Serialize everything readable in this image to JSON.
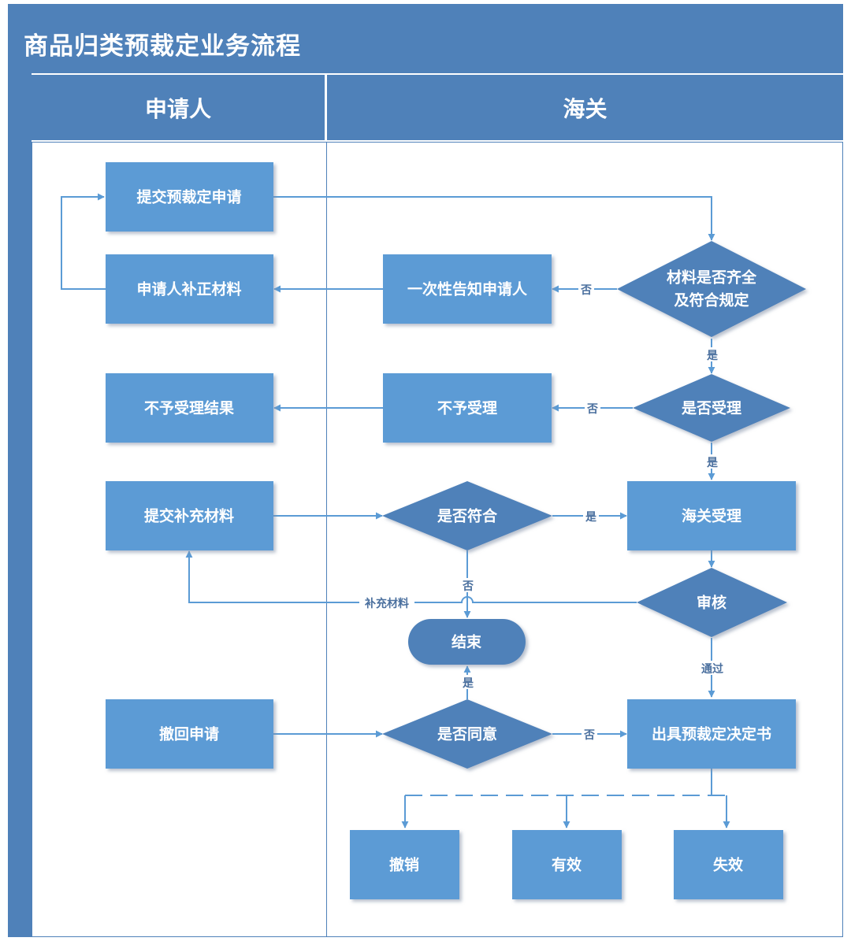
{
  "title": "商品归类预裁定业务流程",
  "lanes": {
    "applicant": "申请人",
    "customs": "海关"
  },
  "nodes": {
    "submit": "提交预裁定申请",
    "supplement": "申请人补正材料",
    "reject_result": "不予受理结果",
    "submit_extra": "提交补充材料",
    "withdraw": "撤回申请",
    "notify": "一次性告知申请人",
    "not_accept": "不予受理",
    "complete_q1": "材料是否齐全",
    "complete_q2": "及符合规定",
    "accept_q": "是否受理",
    "conform_q": "是否符合",
    "customs_accept": "海关受理",
    "review": "审核",
    "end": "结束",
    "agree_q": "是否同意",
    "issue": "出具预裁定决定书",
    "revoke": "撤销",
    "valid": "有效",
    "invalid": "失效"
  },
  "edge_labels": {
    "no1": "否",
    "yes1": "是",
    "no2": "否",
    "yes2": "是",
    "yes3": "是",
    "no3": "否",
    "supp": "补充材料",
    "pass": "通过",
    "yes4": "是",
    "no4": "否"
  },
  "colors": {
    "header": "#4f81b9",
    "box": "#5b9bd5",
    "diamond": "#4f81b9",
    "line": "#5b9bd5"
  }
}
